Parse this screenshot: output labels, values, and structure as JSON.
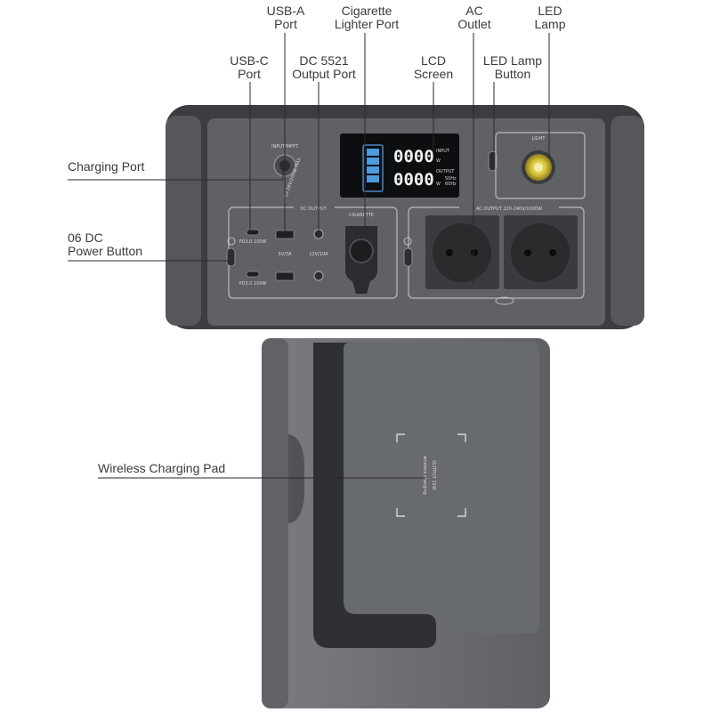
{
  "callouts": {
    "usb_a_port": [
      "USB-A",
      "Port"
    ],
    "cigarette_lighter_port": [
      "Cigarette",
      "Lighter Port"
    ],
    "ac_outlet": [
      "AC",
      "Outlet"
    ],
    "led_lamp": [
      "LED",
      "Lamp"
    ],
    "usb_c_port": [
      "USB-C",
      "Port"
    ],
    "dc5521_output_port": [
      "DC 5521",
      "Output Port"
    ],
    "lcd_screen": [
      "LCD",
      "Screen"
    ],
    "led_lamp_button": [
      "LED Lamp",
      "Button"
    ],
    "charging_port": [
      "Charging Port"
    ],
    "dc_power_button": [
      "06 DC",
      "Power Button"
    ],
    "wireless_charging_pad": [
      "Wireless Charging Pad"
    ]
  },
  "panel_text": {
    "input_mppt": "INPUT/MPPT",
    "input_spec": "12-28V/200W MAX",
    "light": "LIGHT",
    "dc_output": "DC OUTPUT",
    "cigarette": "CIGARETTE",
    "usb_c_rating_1": "PD3.0 100W",
    "usb_c_rating_2": "PD3.0 100W",
    "usb_a_rating": "5V/3A",
    "dc_rating": "12V/10A",
    "ac_output": "AC OUTPUT 220-240V/1000W",
    "lcd_input_value": "0000",
    "lcd_input_label": "INPUT",
    "lcd_input_unit": "W",
    "lcd_output_value": "0000",
    "lcd_output_label": "OUTPUT",
    "lcd_output_unit": "W",
    "lcd_freq_1": "50Hz",
    "lcd_freq_2": "60Hz",
    "wireless_pad_text_1": "wireless charging",
    "wireless_pad_text_2": "OUTPUT 15W"
  },
  "colors": {
    "body_dark": "#3c3d40",
    "panel": "#5e6064",
    "side": "#717377",
    "lamp": "#d8c43a",
    "leader": "#2a2a2a"
  }
}
